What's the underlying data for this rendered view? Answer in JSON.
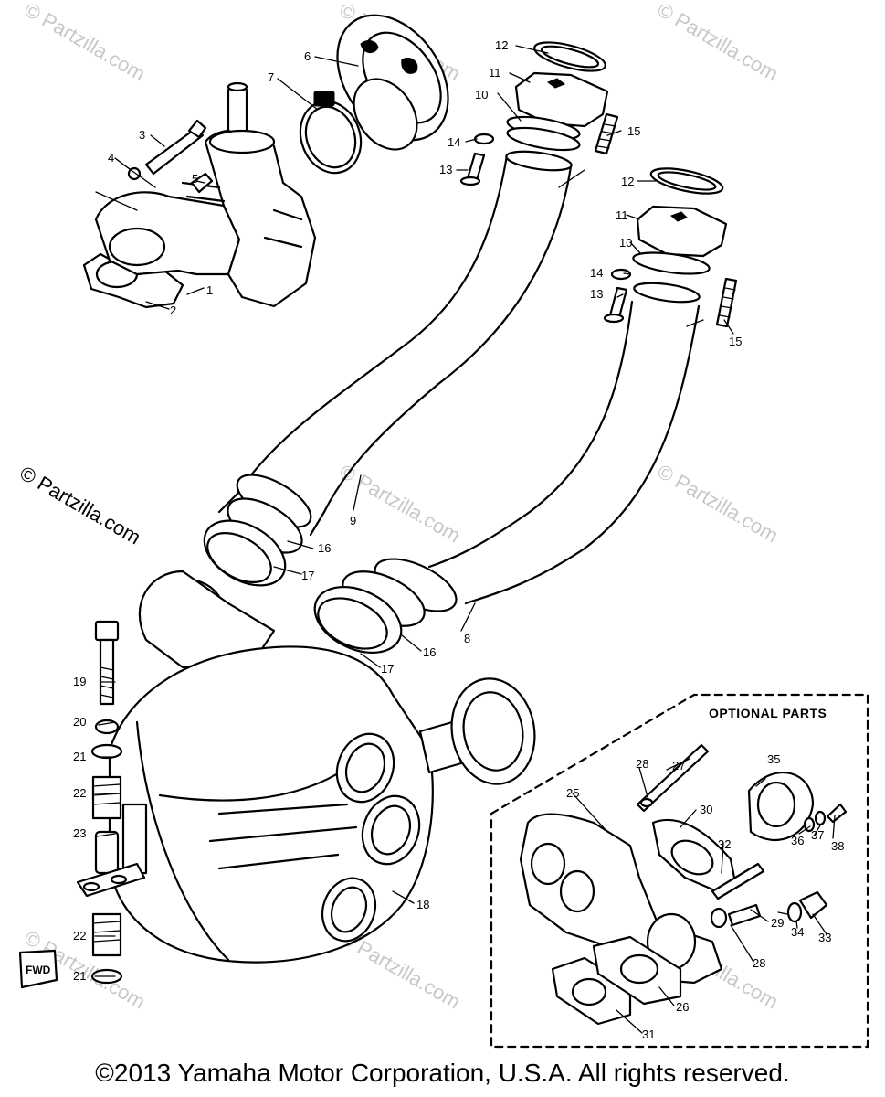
{
  "watermark": "© Partzilla.com",
  "optional_parts_label": "OPTIONAL PARTS",
  "fwd_label": "FWD",
  "copyright": "©2013  Yamaha Motor Corporation, U.S.A. All rights reserved.",
  "callouts": {
    "c1": "1",
    "c2": "2",
    "c3": "3",
    "c4": "4",
    "c5": "5",
    "c6": "6",
    "c7": "7",
    "c8": "8",
    "c9": "9",
    "c10a": "10",
    "c10b": "10",
    "c11a": "11",
    "c11b": "11",
    "c12a": "12",
    "c12b": "12",
    "c13a": "13",
    "c13b": "13",
    "c14a": "14",
    "c14b": "14",
    "c15a": "15",
    "c15b": "15",
    "c16a": "16",
    "c16b": "16",
    "c17a": "17",
    "c17b": "17",
    "c18": "18",
    "c19": "19",
    "c20": "20",
    "c21a": "21",
    "c21b": "21",
    "c22a": "22",
    "c22b": "22",
    "c23": "23",
    "c25": "25",
    "c26": "26",
    "c27": "27",
    "c28a": "28",
    "c28b": "28",
    "c29": "29",
    "c30": "30",
    "c31": "31",
    "c32": "32",
    "c33": "33",
    "c34": "34",
    "c35": "35",
    "c36": "36",
    "c37": "37",
    "c38": "38"
  }
}
